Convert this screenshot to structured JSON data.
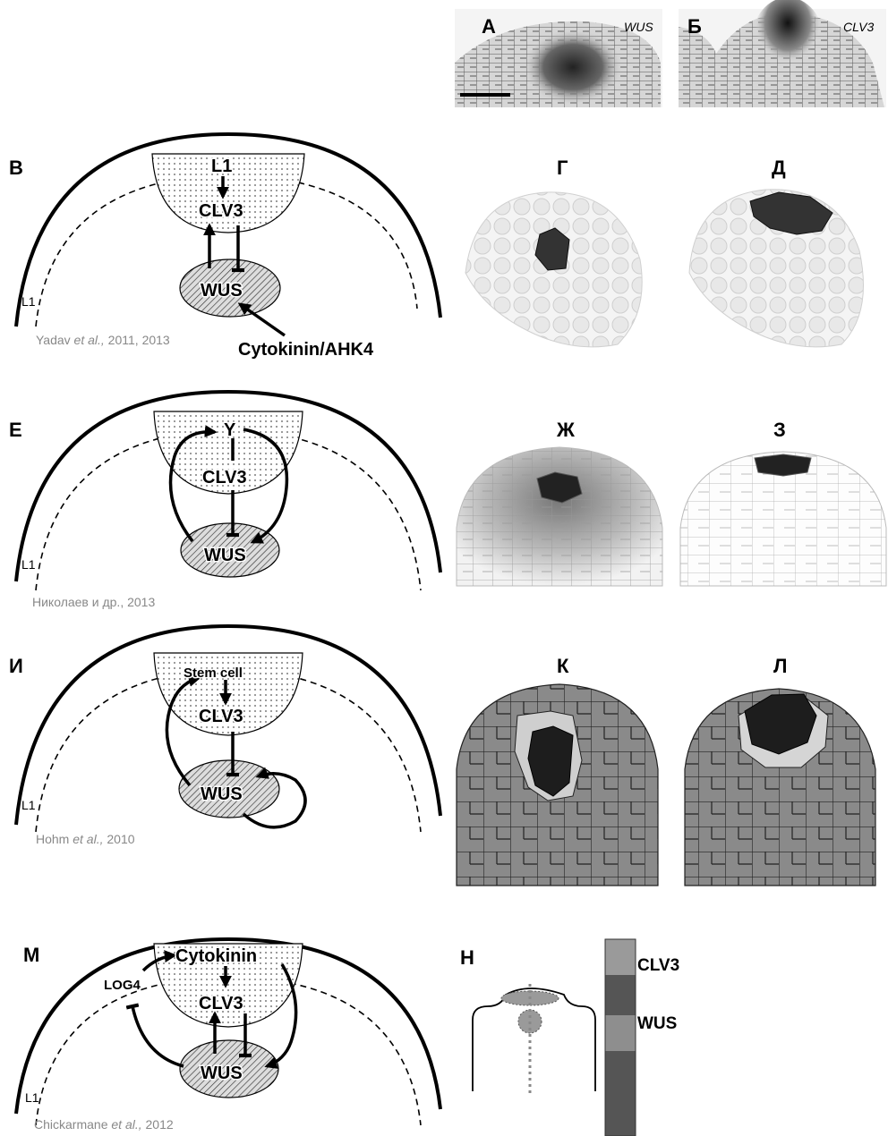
{
  "panels": {
    "A": {
      "letter": "А",
      "gene": "WUS"
    },
    "B": {
      "letter": "Б",
      "gene": "CLV3"
    },
    "V": {
      "letter": "В",
      "nodes": [
        "L1",
        "CLV3",
        "WUS",
        "Cytokinin/AHK4"
      ],
      "l1": "L1",
      "citation": {
        "author": "Yadav ",
        "etal": "et al.,",
        "year": " 2011, 2013"
      }
    },
    "G": {
      "letter": "Г"
    },
    "D": {
      "letter": "Д"
    },
    "E": {
      "letter": "Е",
      "nodes": [
        "Y",
        "CLV3",
        "WUS"
      ],
      "l1": "L1",
      "citation": {
        "text": "Николаев и др., 2013"
      }
    },
    "Zh": {
      "letter": "Ж"
    },
    "Z": {
      "letter": "З"
    },
    "I": {
      "letter": "И",
      "nodes": [
        "Stem cell",
        "CLV3",
        "WUS"
      ],
      "l1": "L1",
      "citation": {
        "author": "Hohm ",
        "etal": "et al.,",
        "year": " 2010"
      }
    },
    "K": {
      "letter": "К"
    },
    "L": {
      "letter": "Л"
    },
    "M": {
      "letter": "М",
      "nodes": [
        "Cytokinin",
        "CLV3",
        "WUS",
        "LOG4"
      ],
      "l1": "L1",
      "citation": {
        "author": "Chickarmane ",
        "etal": "et al.,",
        "year": " 2012"
      }
    },
    "N": {
      "letter": "Н",
      "bar_labels": [
        "CLV3",
        "WUS"
      ]
    }
  },
  "colors": {
    "ink": "#000000",
    "citation": "#888888",
    "wus_fill": "#9a9a9a",
    "cell_mid": "#8a8a8a",
    "cell_dark": "#222222"
  }
}
